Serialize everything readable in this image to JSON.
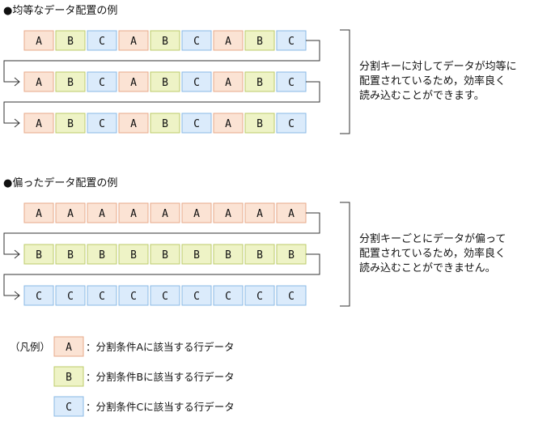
{
  "sections": [
    {
      "title": "●均等なデータ配置の例",
      "rows": [
        [
          "A",
          "B",
          "C",
          "A",
          "B",
          "C",
          "A",
          "B",
          "C"
        ],
        [
          "A",
          "B",
          "C",
          "A",
          "B",
          "C",
          "A",
          "B",
          "C"
        ],
        [
          "A",
          "B",
          "C",
          "A",
          "B",
          "C",
          "A",
          "B",
          "C"
        ]
      ],
      "description": "分割キーに対してデータが均等に\n配置されているため，効率良く\n読み込むことができます。"
    },
    {
      "title": "●偏ったデータ配置の例",
      "rows": [
        [
          "A",
          "A",
          "A",
          "A",
          "A",
          "A",
          "A",
          "A",
          "A"
        ],
        [
          "B",
          "B",
          "B",
          "B",
          "B",
          "B",
          "B",
          "B",
          "B"
        ],
        [
          "C",
          "C",
          "C",
          "C",
          "C",
          "C",
          "C",
          "C",
          "C"
        ]
      ],
      "description": "分割キーごとにデータが偏って\n配置されているため，効率良く\n読み込むことができません。"
    }
  ],
  "legend": {
    "heading": "（凡例）",
    "items": [
      {
        "key": "A",
        "label": "：分割条件Aに該当する行データ"
      },
      {
        "key": "B",
        "label": "：分割条件Bに該当する行データ"
      },
      {
        "key": "C",
        "label": "：分割条件Cに該当する行データ"
      }
    ]
  },
  "colors": {
    "A": {
      "fill": "#fbe3d4",
      "stroke": "#e7a98a"
    },
    "B": {
      "fill": "#eef3c6",
      "stroke": "#bccb6a"
    },
    "C": {
      "fill": "#dbebfb",
      "stroke": "#89b8e6"
    },
    "line": "#333333"
  }
}
